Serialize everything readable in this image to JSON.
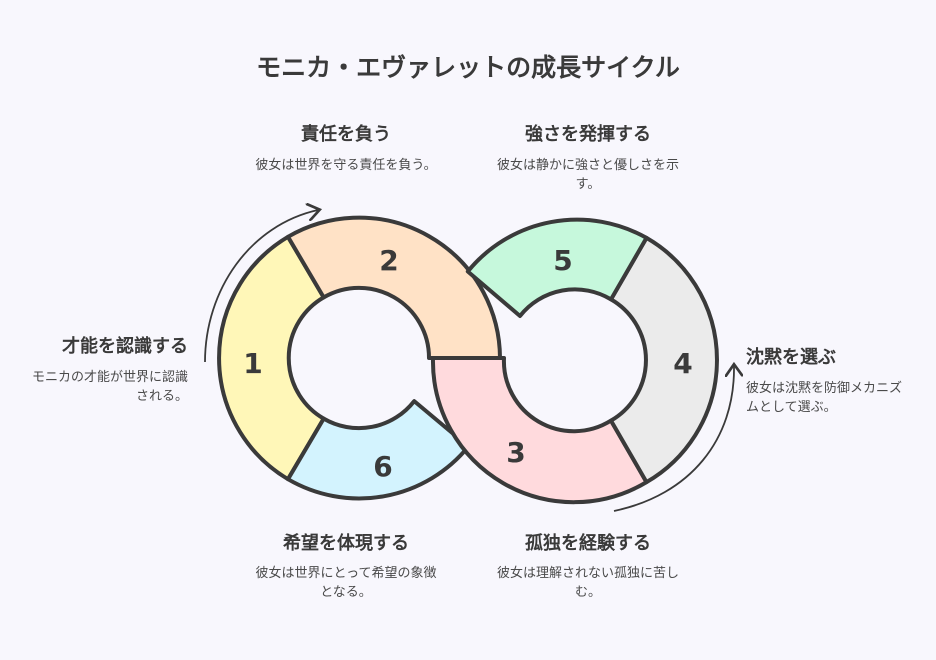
{
  "title": "モニカ・エヴァレットの成長サイクル",
  "stages": [
    {
      "num": "1",
      "heading": "才能を認識する",
      "desc": "モニカの才能が世界に認識される。",
      "color": "#fff7b8"
    },
    {
      "num": "2",
      "heading": "責任を負う",
      "desc": "彼女は世界を守る責任を負う。",
      "color": "#ffe2c6"
    },
    {
      "num": "3",
      "heading": "孤独を経験する",
      "desc": "彼女は理解されない孤独に苦しむ。",
      "color": "#ffdadd"
    },
    {
      "num": "4",
      "heading": "沈黙を選ぶ",
      "desc": "彼女は沈黙を防御メカニズムとして選ぶ。",
      "color": "#ebebeb"
    },
    {
      "num": "5",
      "heading": "強さを発揮する",
      "desc": "彼女は静かに強さと優しさを示す。",
      "color": "#c6f8dc"
    },
    {
      "num": "6",
      "heading": "希望を体現する",
      "desc": "彼女は世界にとって希望の象徴となる。",
      "color": "#d3f3fe"
    }
  ]
}
